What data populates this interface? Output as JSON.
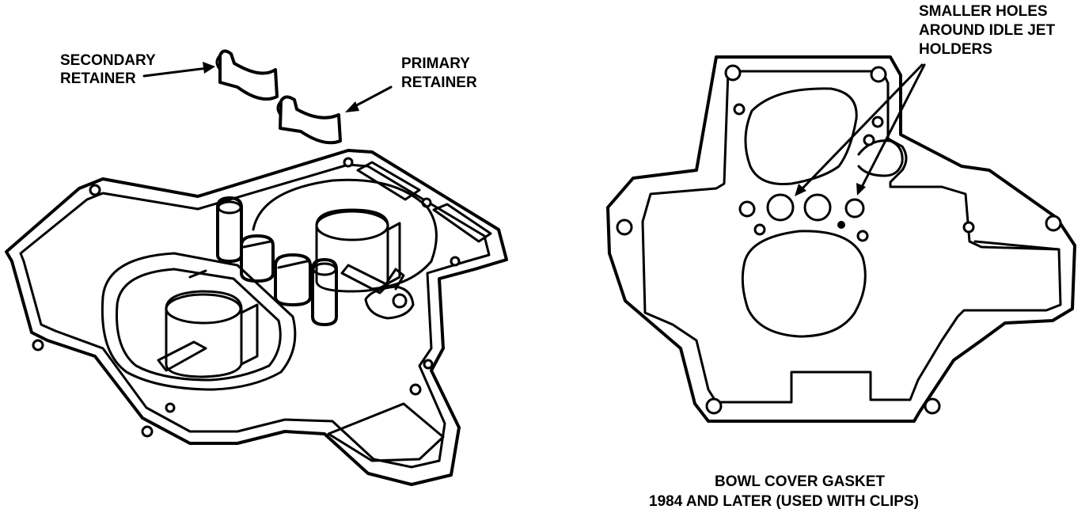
{
  "labels": {
    "secondary_retainer": [
      "SECONDARY",
      "RETAINER"
    ],
    "primary_retainer": [
      "PRIMARY",
      "RETAINER"
    ],
    "smaller_holes": [
      "SMALLER HOLES",
      "AROUND IDLE JET",
      "HOLDERS"
    ],
    "caption": [
      "BOWL COVER GASKET",
      "1984 AND LATER (USED WITH CLIPS)"
    ]
  }
}
